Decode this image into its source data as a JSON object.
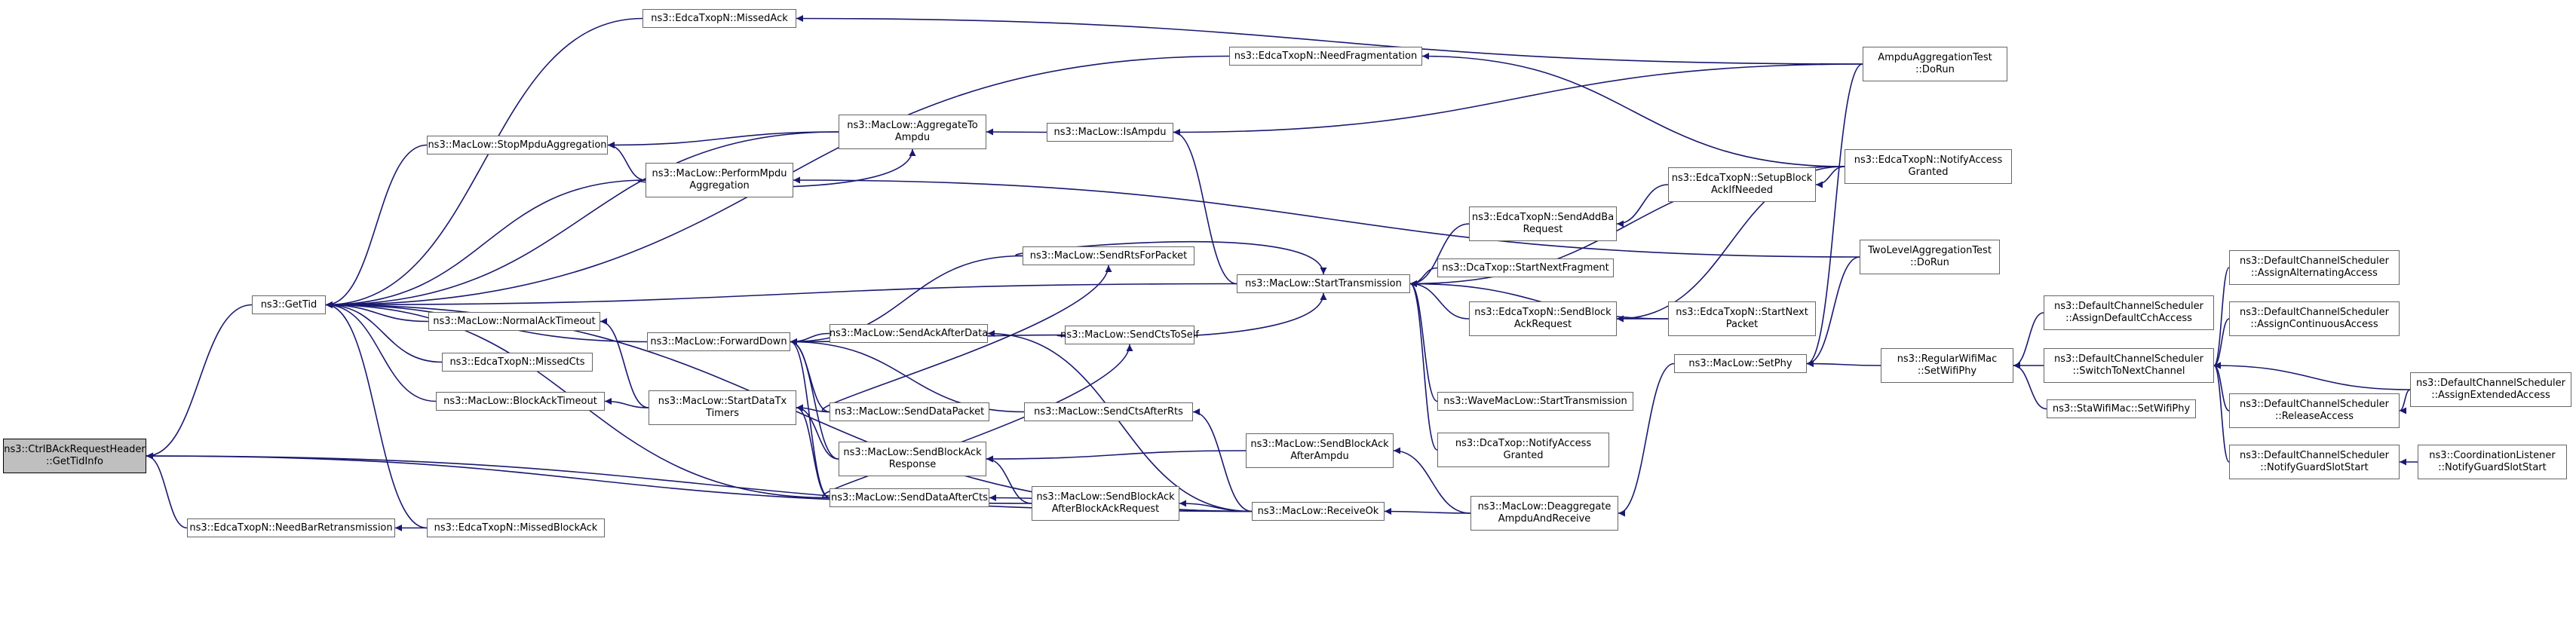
{
  "nodes": [
    {
      "id": "root",
      "lines": [
        "ns3::CtrlBAckRequestHeader",
        "::GetTidInfo"
      ],
      "root": true
    },
    {
      "id": "gettid",
      "lines": [
        "ns3::GetTid"
      ]
    },
    {
      "id": "needbar",
      "lines": [
        "ns3::EdcaTxopN::NeedBarRetransmission"
      ]
    },
    {
      "id": "missedblockack",
      "lines": [
        "ns3::EdcaTxopN::MissedBlockAck"
      ]
    },
    {
      "id": "missedack",
      "lines": [
        "ns3::EdcaTxopN::MissedAck"
      ]
    },
    {
      "id": "needfrag",
      "lines": [
        "ns3::EdcaTxopN::NeedFragmentation"
      ]
    },
    {
      "id": "ampdutest",
      "lines": [
        "AmpduAggregationTest",
        "::DoRun"
      ]
    },
    {
      "id": "aggregateto",
      "lines": [
        "ns3::MacLow::AggregateTo",
        "Ampdu"
      ]
    },
    {
      "id": "isampdu",
      "lines": [
        "ns3::MacLow::IsAmpdu"
      ]
    },
    {
      "id": "stopmpdu",
      "lines": [
        "ns3::MacLow::StopMpduAggregation"
      ]
    },
    {
      "id": "performmpdu",
      "lines": [
        "ns3::MacLow::PerformMpdu",
        "Aggregation"
      ]
    },
    {
      "id": "notifyaccessgranted",
      "lines": [
        "ns3::EdcaTxopN::NotifyAccess",
        "Granted"
      ]
    },
    {
      "id": "setupblock",
      "lines": [
        "ns3::EdcaTxopN::SetupBlock",
        "AckIfNeeded"
      ]
    },
    {
      "id": "sendaddba",
      "lines": [
        "ns3::EdcaTxopN::SendAddBa",
        "Request"
      ]
    },
    {
      "id": "twoleveltest",
      "lines": [
        "TwoLevelAggregationTest",
        "::DoRun"
      ]
    },
    {
      "id": "sendrtsforpacket",
      "lines": [
        "ns3::MacLow::SendRtsForPacket"
      ]
    },
    {
      "id": "starttransmission",
      "lines": [
        "ns3::MacLow::StartTransmission"
      ]
    },
    {
      "id": "dcastartnextfrag",
      "lines": [
        "ns3::DcaTxop::StartNextFragment"
      ]
    },
    {
      "id": "normalacktimeout",
      "lines": [
        "ns3::MacLow::NormalAckTimeout"
      ]
    },
    {
      "id": "forwarddown",
      "lines": [
        "ns3::MacLow::ForwardDown"
      ]
    },
    {
      "id": "sendackafterdata",
      "lines": [
        "ns3::MacLow::SendAckAfterData"
      ]
    },
    {
      "id": "sendctstoself",
      "lines": [
        "ns3::MacLow::SendCtsToSelf"
      ]
    },
    {
      "id": "sendblockackreq",
      "lines": [
        "ns3::EdcaTxopN::SendBlock",
        "AckRequest"
      ]
    },
    {
      "id": "startnextpacket",
      "lines": [
        "ns3::EdcaTxopN::StartNext",
        "Packet"
      ]
    },
    {
      "id": "missedcts",
      "lines": [
        "ns3::EdcaTxopN::MissedCts"
      ]
    },
    {
      "id": "blockacktimeout",
      "lines": [
        "ns3::MacLow::BlockAckTimeout"
      ]
    },
    {
      "id": "startdatatx",
      "lines": [
        "ns3::MacLow::StartDataTx",
        "Timers"
      ]
    },
    {
      "id": "senddatapacket",
      "lines": [
        "ns3::MacLow::SendDataPacket"
      ]
    },
    {
      "id": "sendctsafterrts",
      "lines": [
        "ns3::MacLow::SendCtsAfterRts"
      ]
    },
    {
      "id": "wavestart",
      "lines": [
        "ns3::WaveMacLow::StartTransmission"
      ]
    },
    {
      "id": "dcanotify",
      "lines": [
        "ns3::DcaTxop::NotifyAccess",
        "Granted"
      ]
    },
    {
      "id": "sendblockackresp",
      "lines": [
        "ns3::MacLow::SendBlockAck",
        "Response"
      ]
    },
    {
      "id": "sendblockackafterampdu",
      "lines": [
        "ns3::MacLow::SendBlockAck",
        "AfterAmpdu"
      ]
    },
    {
      "id": "senddataaftercts",
      "lines": [
        "ns3::MacLow::SendDataAfterCts"
      ]
    },
    {
      "id": "sendblockackafterbar",
      "lines": [
        "ns3::MacLow::SendBlockAck",
        "AfterBlockAckRequest"
      ]
    },
    {
      "id": "receiveok",
      "lines": [
        "ns3::MacLow::ReceiveOk"
      ]
    },
    {
      "id": "deaggregate",
      "lines": [
        "ns3::MacLow::Deaggregate",
        "AmpduAndReceive"
      ]
    },
    {
      "id": "setphy",
      "lines": [
        "ns3::MacLow::SetPhy"
      ]
    },
    {
      "id": "regularsetwifiphy",
      "lines": [
        "ns3::RegularWifiMac",
        "::SetWifiPhy"
      ]
    },
    {
      "id": "stasetwifiphy",
      "lines": [
        "ns3::StaWifiMac::SetWifiPhy"
      ]
    },
    {
      "id": "assigndefaultcch",
      "lines": [
        "ns3::DefaultChannelScheduler",
        "::AssignDefaultCchAccess"
      ]
    },
    {
      "id": "switchtonext",
      "lines": [
        "ns3::DefaultChannelScheduler",
        "::SwitchToNextChannel"
      ]
    },
    {
      "id": "releaseaccess",
      "lines": [
        "ns3::DefaultChannelScheduler",
        "::ReleaseAccess"
      ]
    },
    {
      "id": "notifyguard",
      "lines": [
        "ns3::DefaultChannelScheduler",
        "::NotifyGuardSlotStart"
      ]
    },
    {
      "id": "assignalternating",
      "lines": [
        "ns3::DefaultChannelScheduler",
        "::AssignAlternatingAccess"
      ]
    },
    {
      "id": "assigncontinuous",
      "lines": [
        "ns3::DefaultChannelScheduler",
        "::AssignContinuousAccess"
      ]
    },
    {
      "id": "assignextended",
      "lines": [
        "ns3::DefaultChannelScheduler",
        "::AssignExtendedAccess"
      ]
    },
    {
      "id": "coordinationlistener",
      "lines": [
        "ns3::CoordinationListener",
        "::NotifyGuardSlotStart"
      ]
    }
  ],
  "edges": [
    [
      "gettid",
      "root"
    ],
    [
      "needbar",
      "root"
    ],
    [
      "sendblockackafterbar",
      "root"
    ],
    [
      "receiveok",
      "root"
    ],
    [
      "missedblockack",
      "needbar"
    ],
    [
      "missedack",
      "gettid"
    ],
    [
      "needfrag",
      "gettid"
    ],
    [
      "aggregateto",
      "gettid"
    ],
    [
      "stopmpdu",
      "gettid"
    ],
    [
      "performmpdu",
      "gettid"
    ],
    [
      "starttransmission",
      "gettid"
    ],
    [
      "normalacktimeout",
      "gettid"
    ],
    [
      "forwarddown",
      "gettid"
    ],
    [
      "missedcts",
      "gettid"
    ],
    [
      "blockacktimeout",
      "gettid"
    ],
    [
      "missedblockack",
      "gettid"
    ],
    [
      "senddataaftercts",
      "gettid"
    ],
    [
      "receiveok",
      "gettid"
    ],
    [
      "ampdutest",
      "missedack"
    ],
    [
      "notifyaccessgranted",
      "needfrag"
    ],
    [
      "isampdu",
      "aggregateto"
    ],
    [
      "aggregateto",
      "stopmpdu"
    ],
    [
      "performmpdu",
      "stopmpdu"
    ],
    [
      "ampdutest",
      "isampdu"
    ],
    [
      "starttransmission",
      "isampdu"
    ],
    [
      "twoleveltest",
      "performmpdu"
    ],
    [
      "performmpdu",
      "aggregateto"
    ],
    [
      "setupblock",
      "sendaddba"
    ],
    [
      "notifyaccessgranted",
      "setupblock"
    ],
    [
      "sendaddba",
      "starttransmission"
    ],
    [
      "notifyaccessgranted",
      "starttransmission"
    ],
    [
      "dcastartnextfrag",
      "starttransmission"
    ],
    [
      "sendblockackreq",
      "starttransmission"
    ],
    [
      "startnextpacket",
      "starttransmission"
    ],
    [
      "wavestart",
      "starttransmission"
    ],
    [
      "dcanotify",
      "starttransmission"
    ],
    [
      "sendctstoself",
      "starttransmission"
    ],
    [
      "senddatapacket",
      "sendrtsforpacket"
    ],
    [
      "sendrtsforpacket",
      "starttransmission"
    ],
    [
      "startnextpacket",
      "sendblockackreq"
    ],
    [
      "notifyaccessgranted",
      "sendblockackreq"
    ],
    [
      "sendrtsforpacket",
      "forwarddown"
    ],
    [
      "sendackafterdata",
      "forwarddown"
    ],
    [
      "sendctstoself",
      "forwarddown"
    ],
    [
      "senddatapacket",
      "forwarddown"
    ],
    [
      "sendctsafterrts",
      "forwarddown"
    ],
    [
      "sendblockackresp",
      "forwarddown"
    ],
    [
      "senddataaftercts",
      "forwarddown"
    ],
    [
      "startdatatx",
      "normalacktimeout"
    ],
    [
      "startdatatx",
      "blockacktimeout"
    ],
    [
      "senddatapacket",
      "startdatatx"
    ],
    [
      "sendblockackresp",
      "startdatatx"
    ],
    [
      "senddataaftercts",
      "startdatatx"
    ],
    [
      "receiveok",
      "sendackafterdata"
    ],
    [
      "senddataaftercts",
      "sendctstoself"
    ],
    [
      "receiveok",
      "sendctsafterrts"
    ],
    [
      "sendblockackafterampdu",
      "sendblockackresp"
    ],
    [
      "sendblockackafterbar",
      "sendblockackresp"
    ],
    [
      "receiveok",
      "sendblockackafterbar"
    ],
    [
      "receiveok",
      "senddataaftercts"
    ],
    [
      "deaggregate",
      "sendblockackafterampdu"
    ],
    [
      "deaggregate",
      "receiveok"
    ],
    [
      "setphy",
      "deaggregate"
    ],
    [
      "ampdutest",
      "setphy"
    ],
    [
      "twoleveltest",
      "setphy"
    ],
    [
      "regularsetwifiphy",
      "setphy"
    ],
    [
      "assigndefaultcch",
      "regularsetwifiphy"
    ],
    [
      "switchtonext",
      "regularsetwifiphy"
    ],
    [
      "stasetwifiphy",
      "regularsetwifiphy"
    ],
    [
      "assignalternating",
      "switchtonext"
    ],
    [
      "assigncontinuous",
      "switchtonext"
    ],
    [
      "assignextended",
      "switchtonext"
    ],
    [
      "releaseaccess",
      "switchtonext"
    ],
    [
      "notifyguard",
      "switchtonext"
    ],
    [
      "assignextended",
      "releaseaccess"
    ],
    [
      "coordinationlistener",
      "notifyguard"
    ]
  ],
  "colors": {
    "edge": "#191970",
    "node_border": "#666666",
    "root_fill": "#bfbfbf",
    "root_border": "#000000"
  }
}
